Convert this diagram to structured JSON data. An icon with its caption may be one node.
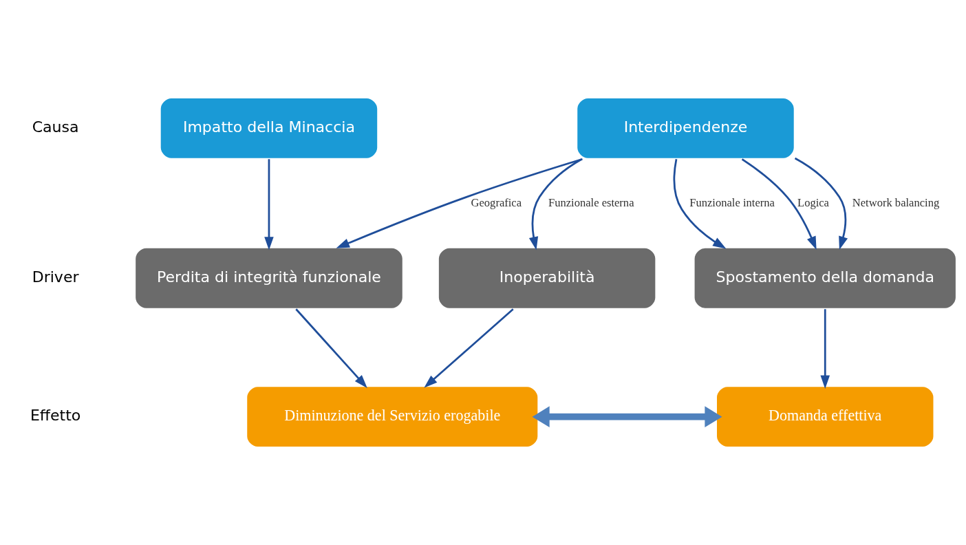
{
  "diagram": {
    "nodes": [
      {
        "text": [
          "Impatto della Minaccia"
        ]
      },
      {
        "text": [
          "Interdipendenze"
        ]
      },
      {
        "text": [
          "Perdita di integrità funzionale"
        ]
      },
      {
        "text": [
          "Inoperabilità"
        ]
      },
      {
        "text": [
          "Spostamento della domanda"
        ]
      },
      {
        "text": [
          "Diminuzione del Servizio erogabile"
        ]
      },
      {
        "text": [
          "Domanda effettiva"
        ]
      }
    ],
    "edges": [
      {
        "from": 0,
        "to": 2,
        "arrow": "to"
      },
      {
        "from": 1,
        "to": 2,
        "arrow": "to",
        "label": "Geografica"
      },
      {
        "from": 1,
        "to": 3,
        "arrow": "to",
        "label": "Funzionale esterna"
      },
      {
        "from": 1,
        "to": 4,
        "arrow": "to",
        "label": "Funzionale interna"
      },
      {
        "from": 1,
        "to": 4,
        "arrow": "to",
        "label": "Logica"
      },
      {
        "from": 1,
        "to": 4,
        "arrow": "to",
        "label": "Network balancing"
      },
      {
        "from": 2,
        "to": 5,
        "arrow": "to"
      },
      {
        "from": 3,
        "to": 5,
        "arrow": "to"
      },
      {
        "from": 4,
        "to": 6,
        "arrow": "to"
      },
      {
        "from": 5,
        "to": 6,
        "arrow": "both",
        "style": "thick",
        "color": "#4f81bd"
      }
    ],
    "labels": [
      "Causa",
      "Driver",
      "Effetto"
    ]
  }
}
